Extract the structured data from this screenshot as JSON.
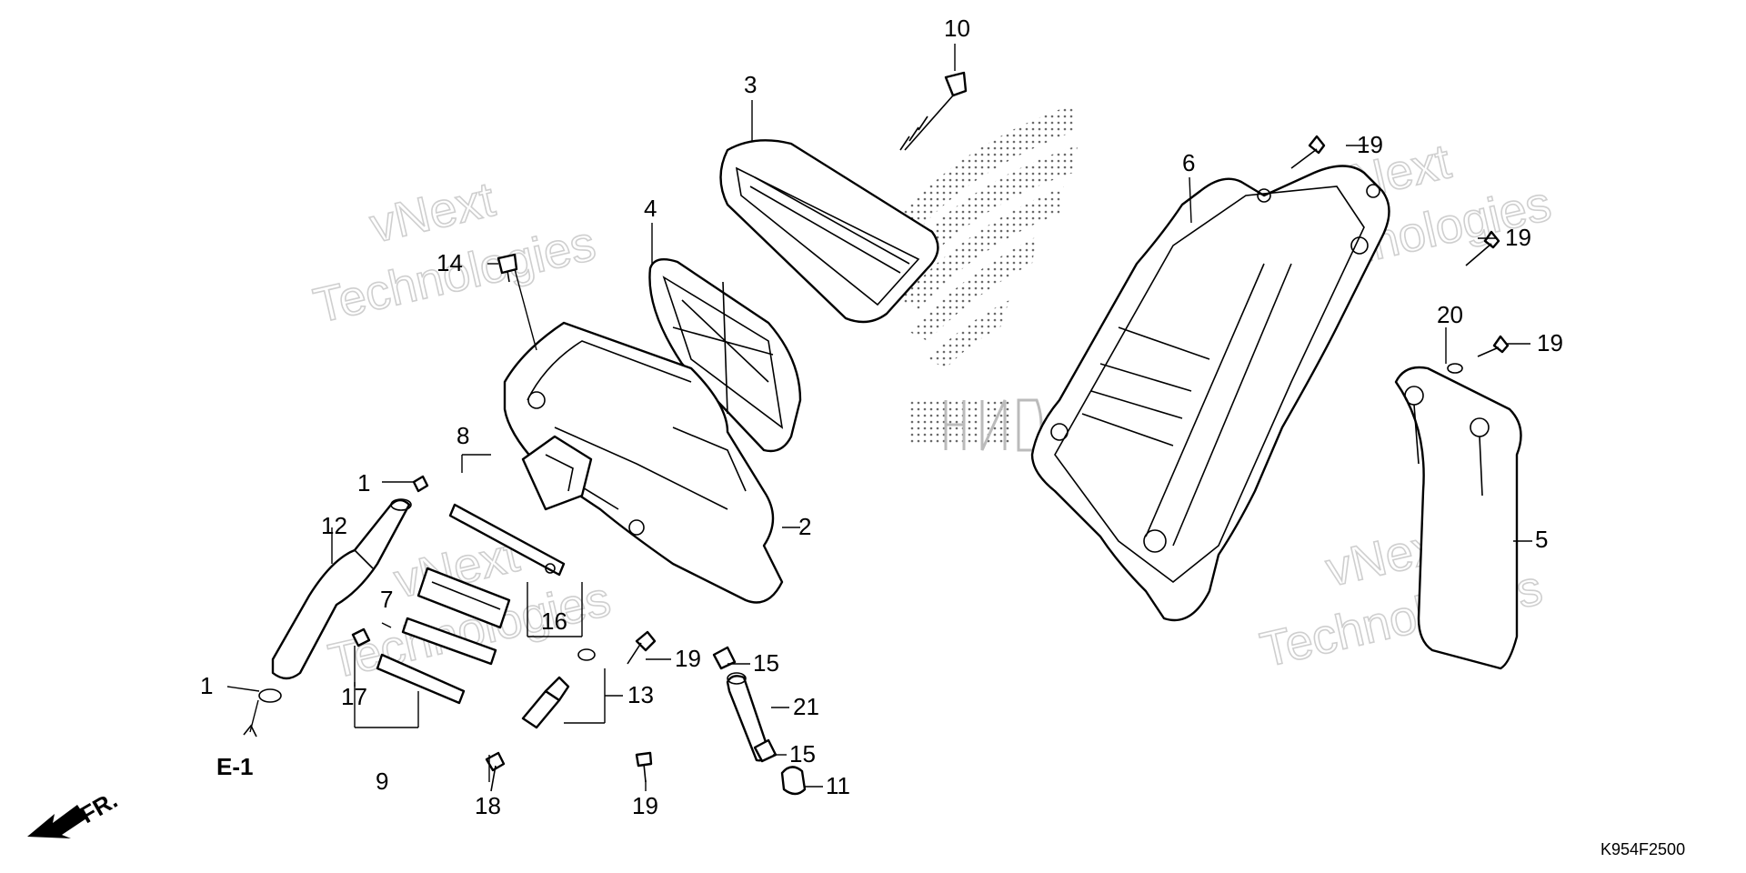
{
  "diagram": {
    "watermark": {
      "line1": "vNext",
      "line2": "Technologies"
    },
    "callouts": {
      "c1a": "1",
      "c1b": "1",
      "c2": "2",
      "c3": "3",
      "c4": "4",
      "c5": "5",
      "c6": "6",
      "c7": "7",
      "c8": "8",
      "c9": "9",
      "c10": "10",
      "c11": "11",
      "c12": "12",
      "c13": "13",
      "c14": "14",
      "c15a": "15",
      "c15b": "15",
      "c16": "16",
      "c17": "17",
      "c18": "18",
      "c19a": "19",
      "c19b": "19",
      "c19c": "19",
      "c19d": "19",
      "c19e": "19",
      "c20": "20",
      "c21": "21"
    },
    "ref_label": "E-1",
    "direction_label": "FR.",
    "drawing_code": "K954F2500"
  }
}
